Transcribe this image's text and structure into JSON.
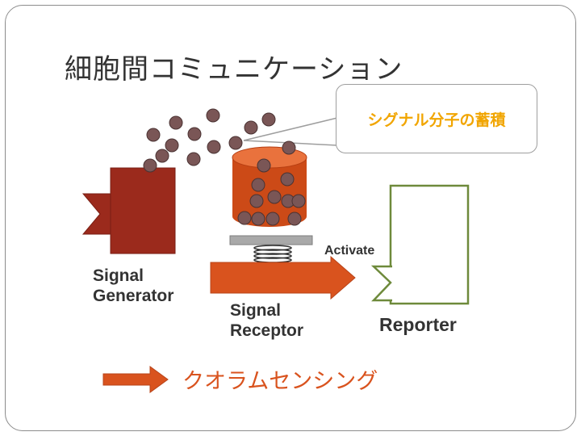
{
  "slide": {
    "title": "細胞間コミュニケーション"
  },
  "callout": {
    "text": "シグナル分子の蓄積"
  },
  "labels": {
    "signal_generator": "Signal\nGenerator",
    "signal_receptor": "Signal\nReceptor",
    "reporter": "Reporter",
    "activate": "Activate",
    "quorum_sensing": "クオラムセンシング"
  },
  "colors": {
    "generator": "#9b2a1c",
    "receptor": "#d9531e",
    "container_top": "#e9723d",
    "container_body": "#cc4a17",
    "molecule": "#7a5656",
    "reporter_border": "#6e8a3b",
    "plate": "#a9a9a9",
    "callout_text": "#f1a500"
  }
}
